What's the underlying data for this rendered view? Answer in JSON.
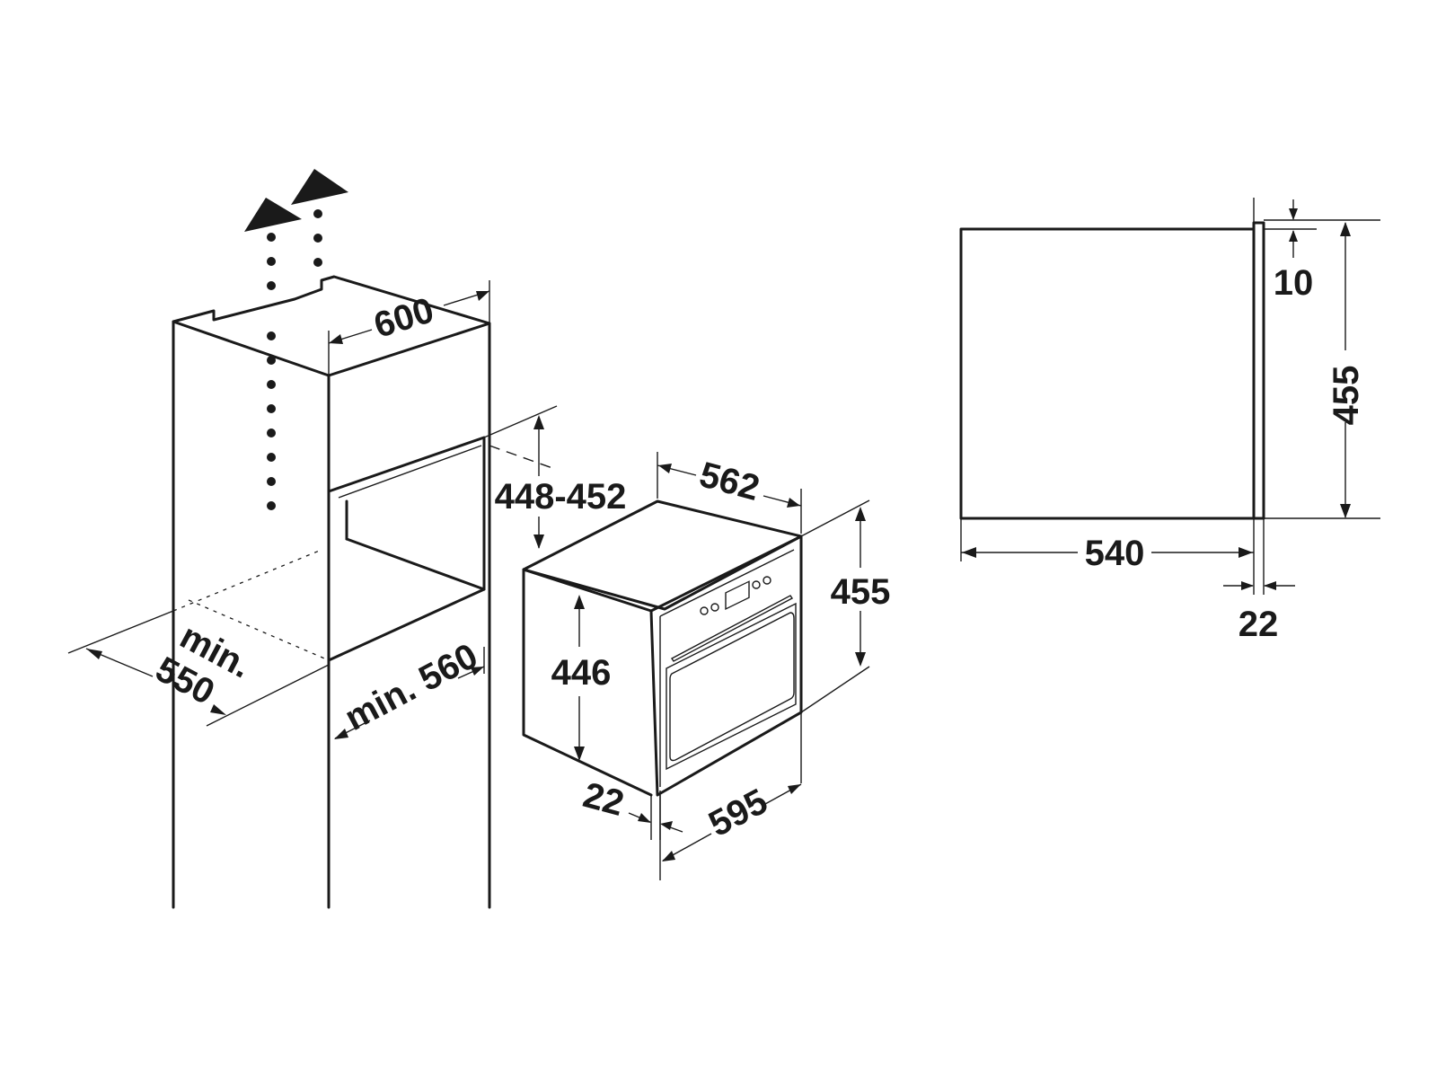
{
  "left_view": {
    "labels": {
      "width_600": "600",
      "niche_height": "448-452",
      "depth_550_line1": "min.",
      "depth_550_line2": "550",
      "niche_width": "min. 560",
      "oven_depth": "562",
      "oven_height": "455",
      "body_height": "446",
      "front_depth": "22",
      "oven_width": "595"
    },
    "icons": [
      "ventilation-arrow-icon",
      "ventilation-arrow-icon"
    ]
  },
  "side_view": {
    "labels": {
      "panel_top": "10",
      "height": "455",
      "depth": "540",
      "panel_thickness": "22"
    }
  }
}
